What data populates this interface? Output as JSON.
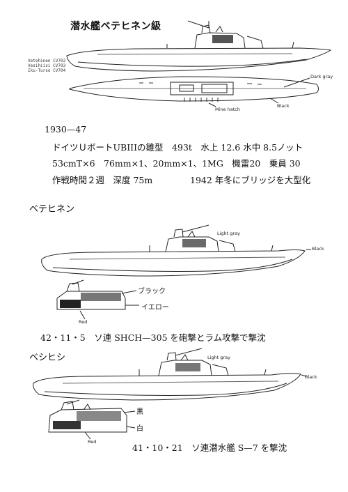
{
  "header": {
    "title": "潜水艦ベテヒネン級",
    "names": [
      "Vetehinen CV702",
      "Vesihiisi CV703",
      "Iku-Turso CV704"
    ]
  },
  "top_drawing_labels": {
    "dark_gray": "Dark gray",
    "black": "Black",
    "mine_hatch": "Mine hatch"
  },
  "specs": {
    "years": "1930—47",
    "line1": "ドイツＵボートUBIIIの雛型　493t　水上 12.6 水中 8.5ノット",
    "line2": "53cmT×6　76mm×1、20mm×1、1MG　機雷20　乗員 30",
    "line3_a": "作戦時間２週　深度 75m",
    "line3_b": "1942 年冬にブリッジを大型化"
  },
  "sections": [
    {
      "name": "ベテヒネン",
      "light_gray": "Light gray",
      "black": "Black",
      "callout_black": "ブラック",
      "callout_yellow": "イエロー",
      "callout_red": "Red",
      "caption": "42・11・5　ソ連 SHCH—305 を砲撃とラム攻撃で撃沈"
    },
    {
      "name": "ベシヒシ",
      "light_gray": "Light gray",
      "black": "Black",
      "callout_black": "黒",
      "callout_white": "白",
      "callout_red": "Red",
      "caption": "41・10・21　ソ連潜水艦 S—7 を撃沈"
    }
  ]
}
